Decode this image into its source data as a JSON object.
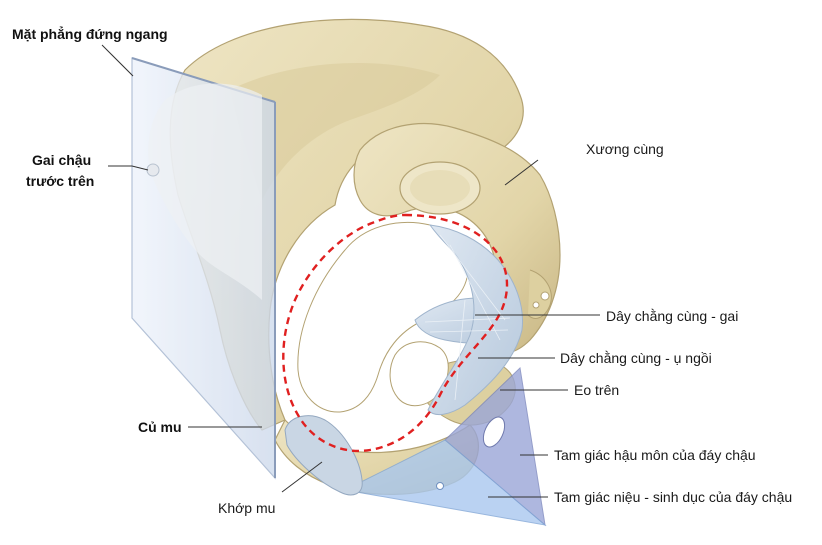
{
  "labels": {
    "frontal_plane": "Mặt phẳng đứng ngang",
    "asis_line1": "Gai chậu",
    "asis_line2": "trước trên",
    "pubic_tubercle": "Củ mu",
    "pubic_symphysis": "Khớp mu",
    "sacrum": "Xương cùng",
    "sacrospinous_ligament": "Dây chằng cùng - gai",
    "sacrotuberous_ligament": "Dây chằng cùng - ụ ngồi",
    "pelvic_inlet": "Eo trên",
    "anal_triangle": "Tam giác hậu môn của đáy chậu",
    "urogenital_triangle": "Tam giác niệu - sinh dục của đáy chậu"
  },
  "colors": {
    "bone": "#e6dbb4",
    "bone_shadow": "#c9ba86",
    "bone_dark": "#a8976a",
    "plane": "#d6e2f2",
    "ligament": "#c9d7e6",
    "anal_triangle": "#9aa6d8",
    "urogenital_triangle": "#a9c8ef",
    "inlet_dash": "#e02020"
  }
}
